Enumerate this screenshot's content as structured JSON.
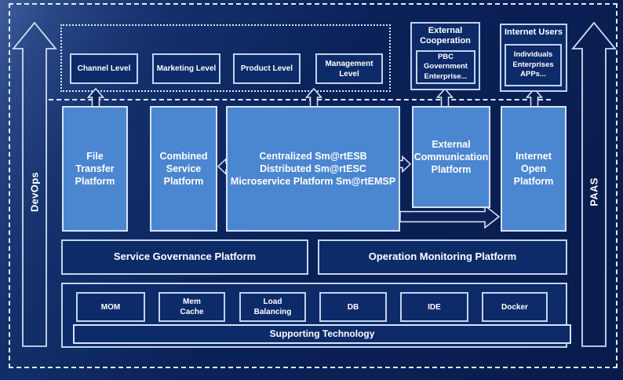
{
  "colors": {
    "background": "#0b2259",
    "panel_fill": "#0d2a69",
    "platform_fill": "#4b86d0",
    "border_light": "#d6e3f4",
    "border_soft": "#c2d4ec",
    "dashed_line": "#e3ebf7",
    "text": "#ffffff"
  },
  "rails": {
    "devops": "DevOps",
    "paas": "PAAS"
  },
  "top": {
    "levels": [
      "Channel Level",
      "Marketing Level",
      "Product Level",
      "Management Level"
    ],
    "external_cooperation": {
      "title": "External\nCooperation",
      "members": "PBC Government\nEnterprise..."
    },
    "internet_users": {
      "title": "Internet Users",
      "members": "Individuals\nEnterprises\nAPPs..."
    }
  },
  "platforms": {
    "file_transfer": "File\nTransfer\nPlatform",
    "combined_service": "Combined\nService\nPlatform",
    "central": "Centralized Sm@rtESB\nDistributed Sm@rtESC\nMicroservice Platform Sm@rtEMSP",
    "external_communication": "External\nCommunication\nPlatform",
    "internet_open": "Internet\nOpen\nPlatform"
  },
  "governance": {
    "service": "Service Governance Platform",
    "operation": "Operation Monitoring Platform"
  },
  "supporting": {
    "items": [
      "MOM",
      "Mem\nCache",
      "Load\nBalancing",
      "DB",
      "IDE",
      "Docker"
    ],
    "label": "Supporting Technology"
  }
}
